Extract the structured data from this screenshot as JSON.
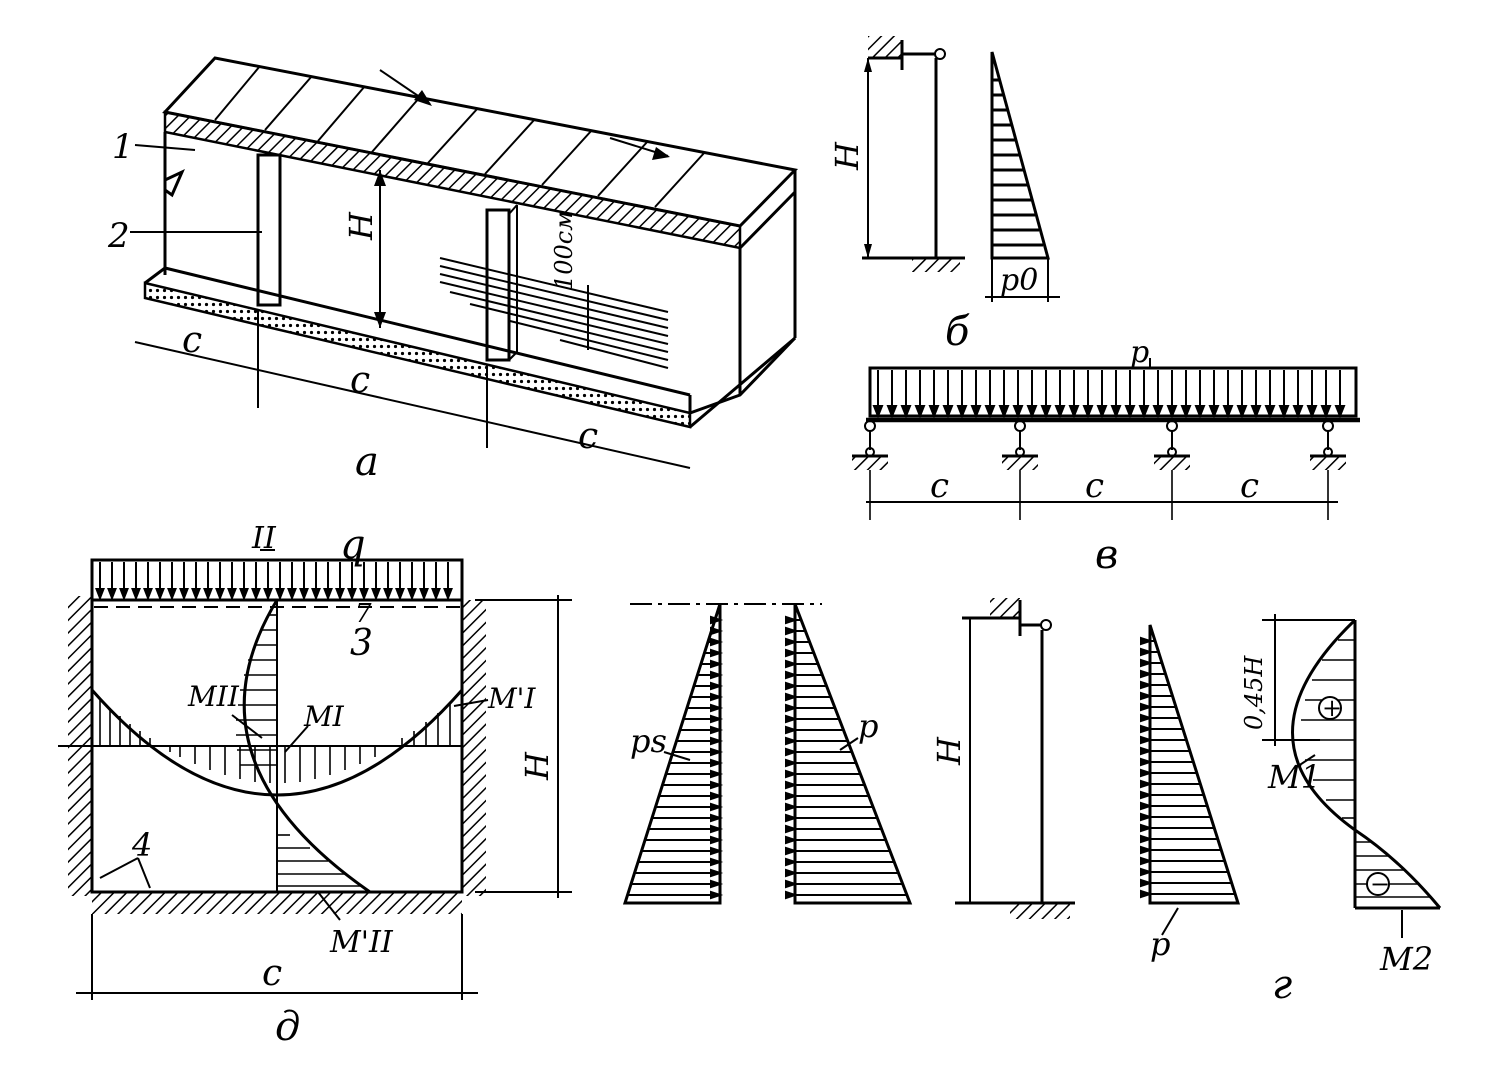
{
  "colors": {
    "ink": "#000000",
    "paper": "#ffffff"
  },
  "panel_a": {
    "caption": "а",
    "callout_1": "1",
    "callout_2": "2",
    "height_label": "H",
    "strip_label": "100см",
    "span_label_1": "с",
    "span_label_2": "с",
    "span_label_3": "с"
  },
  "panel_b": {
    "caption": "б",
    "height_label": "H",
    "load_label": "p0"
  },
  "panel_v": {
    "caption": "в",
    "load_label": "p",
    "span_label_1": "с",
    "span_label_2": "с",
    "span_label_3": "с"
  },
  "panel_d": {
    "caption": "д",
    "section_mark": "II",
    "load_label": "q",
    "callout_3": "3",
    "callout_7": "7",
    "callout_4": "4",
    "moment_MII": "MII",
    "moment_MI": "MI",
    "moment_MI_prime": "M'I",
    "moment_MII_prime": "M'II",
    "height_label": "H",
    "span_label": "с"
  },
  "panel_mid": {
    "load_ps": "ps",
    "load_p": "p"
  },
  "panel_g": {
    "caption": "г",
    "height_label": "H",
    "load_label": "p",
    "dim_label": "0,45H",
    "moment_M1": "M1",
    "moment_M2": "M2",
    "sign_plus": "+",
    "sign_minus": "−"
  }
}
